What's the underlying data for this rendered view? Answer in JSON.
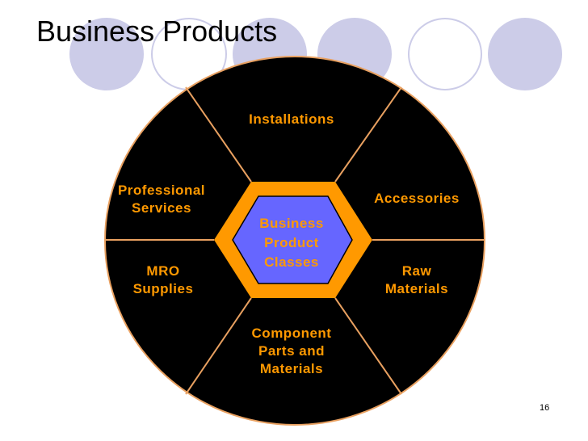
{
  "slide": {
    "title": "Business Products",
    "page_number": "16"
  },
  "diagram": {
    "center_label": [
      "Business",
      "Product",
      "Classes"
    ],
    "segments": [
      {
        "id": "installations",
        "label": [
          "Installations"
        ]
      },
      {
        "id": "accessories",
        "label": [
          "Accessories"
        ]
      },
      {
        "id": "raw-materials",
        "label": [
          "Raw",
          "Materials"
        ]
      },
      {
        "id": "component-parts",
        "label": [
          "Component",
          "Parts and",
          "Materials"
        ]
      },
      {
        "id": "mro-supplies",
        "label": [
          "MRO",
          "Supplies"
        ]
      },
      {
        "id": "professional-services",
        "label": [
          "Professional",
          "Services"
        ]
      }
    ]
  },
  "colors": {
    "wheel": "#000000",
    "wheel_outline": "#e8a060",
    "divider": "#e8a060",
    "hexagon_outer": "#ff9900",
    "hexagon_inner": "#6666ff",
    "text": "#ff9900",
    "decor_circles": "#cccce8"
  }
}
